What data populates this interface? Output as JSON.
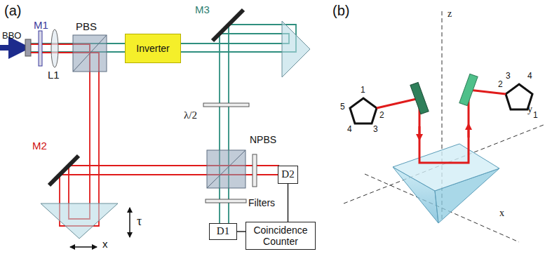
{
  "diagram": {
    "nodes": [
      {
        "text": [
          "Inverter"
        ]
      },
      {
        "text": [
          "D2"
        ]
      },
      {
        "text": [
          "D1"
        ]
      },
      {
        "text": [
          "Coincidence Counter"
        ]
      }
    ],
    "edges": [
      {
        "from": 1,
        "to": 3,
        "arrow": "none"
      },
      {
        "from": 2,
        "to": 3,
        "arrow": "none"
      }
    ],
    "labels": [
      "(a)",
      "BBO",
      "M1",
      "L1",
      "PBS",
      "M3",
      "λ/2",
      "NPBS",
      "Filters",
      "M2",
      "τ",
      "x",
      "(b)",
      "z",
      "y",
      "x",
      "1",
      "2",
      "3",
      "4",
      "5",
      "3",
      "4",
      "2",
      "1"
    ]
  }
}
